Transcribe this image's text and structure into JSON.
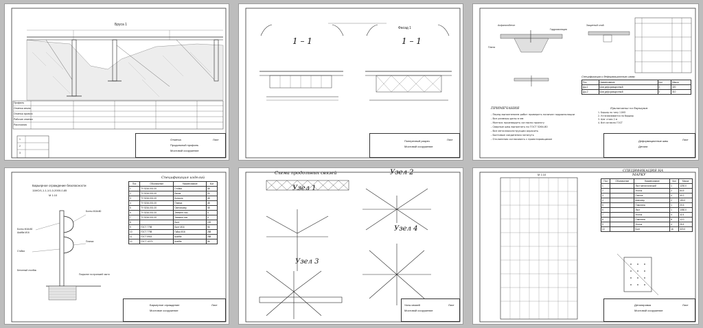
{
  "sheets": {
    "s1": {
      "title_top": "Бруса 1",
      "table_cells": [
        "Профиль",
        "Отметка земли",
        "Отметка проекта",
        "Рабочие отметки",
        "Расстояния"
      ],
      "small_table": [
        "1",
        "2",
        "3"
      ],
      "tb_lines": [
        "Отметка",
        "Продольный профиль",
        "Мостовой сооружение",
        "Лист"
      ]
    },
    "s2": {
      "sec1": "1 – 1",
      "sec2": "1 – 1",
      "hdr": "Фасад 1",
      "tb_lines": [
        "Поперечный разрез",
        "Мостовой сооружение",
        "Лист"
      ]
    },
    "s3": {
      "tags": [
        "Асфальтобетон",
        "Гидроизоляция",
        "Защитный слой",
        "Плита"
      ],
      "table_title": "Спецификация к деформационным швам",
      "notes_title": "ПРИМЕЧАНИЯ",
      "notes": [
        "- Перед выполнением работ проверить наличие гидроизоляции",
        "- Все размеры даны в мм",
        "- Монтаж производить согласно проекту",
        "- Сварные швы выполнять по ГОСТ 5264-80",
        "- Все металлоконструкции окрасить",
        "- Болтовые соединения затянуть",
        "- Отклонения согласовать с проектировщиком"
      ],
      "notes2_title": "Примечание по барьерам",
      "notes2": [
        "1. Барьер по типу 11МО",
        "2. Устанавливается на бордюр",
        "3. Шаг стоек 2 м",
        "4. Всё согласно ГОСТ"
      ],
      "spec_rows": [
        [
          "Поз",
          "Наименование",
          "Кол",
          "Масса"
        ],
        [
          "Дш-1",
          "Шов деформационный",
          "2",
          "320"
        ],
        [
          "Дш-2",
          "Шов деформационный",
          "2",
          "310"
        ]
      ],
      "tb_lines": [
        "Деформационные швы",
        "Детали",
        "Лист"
      ]
    },
    "s4": {
      "title1": "Барьерное ограждение безопасности",
      "title2": "11МО/1,1-1,1/1,0-2000-0,85",
      "scale": "М 1:10",
      "labels": [
        "Болты М16х50",
        "Шайба М16",
        "Болты М16х80",
        "Планка",
        "Стойка",
        "Покрытие по проезжей части",
        "Бетонный столбик"
      ],
      "spec_title": "Спецификация изделий",
      "spec_header": [
        "Поз",
        "Обозначение",
        "Наименование",
        "Кол"
      ],
      "spec_rows": [
        [
          "1",
          "ТУ 5216-001-00",
          "Стойка",
          "48"
        ],
        [
          "2",
          "ТУ 5216-001-00",
          "Балка",
          "24"
        ],
        [
          "3",
          "ТУ 5216-001-00",
          "Консоль",
          "48"
        ],
        [
          "4",
          "ТУ 5216-001-00",
          "Планка",
          "48"
        ],
        [
          "5",
          "ТУ 5216-001-00",
          "Световозвр.",
          "48"
        ],
        [
          "6",
          "ТУ 5216-001-00",
          "Элемент нач.",
          "4"
        ],
        [
          "7",
          "ТУ 5216-001-00",
          "Элемент кон.",
          "4"
        ],
        [
          "8",
          "",
          "Болт",
          "192"
        ],
        [
          "9",
          "ГОСТ 7798",
          "Болт М16",
          "96"
        ],
        [
          "10",
          "ГОСТ 7798",
          "Гайка М16",
          "288"
        ],
        [
          "11",
          "ГОСТ 5915",
          "Шайба",
          "288"
        ],
        [
          "12",
          "ГОСТ 11371",
          "Шайба",
          "96"
        ]
      ],
      "tb_lines": [
        "Барьерное ограждение",
        "Мостовое сооружение",
        "Лист"
      ]
    },
    "s5": {
      "scheme_title": "Схема продольных связей",
      "uzel1": "Узел 1",
      "uzel2": "Узел 2",
      "uzel3": "Узел 3",
      "uzel4": "Узел 4",
      "tb_lines": [
        "Узлы связей",
        "Мостовой сооружение",
        "Лист"
      ]
    },
    "s6": {
      "label_m": "М 1:10",
      "spec_title": "СПЕЦИФИКАЦИЯ НА",
      "spec_title2": "МАРКУ",
      "spec_header": [
        "Поз",
        "Обозначение",
        "Наименование",
        "Кол",
        "Масса"
      ],
      "spec_rows": [
        [
          "1",
          "",
          "Лист металлический",
          "1",
          "1200.0"
        ],
        [
          "2",
          "",
          "Уголок",
          "2",
          "84.5"
        ],
        [
          "3",
          "",
          "Полоса",
          "4",
          "40.2"
        ],
        [
          "4",
          "",
          "Швеллер",
          "2",
          "150.0"
        ],
        [
          "5",
          "",
          "Пластина",
          "1",
          "20.5"
        ],
        [
          "6",
          "",
          "Лист",
          "1",
          "1050.0"
        ],
        [
          "7",
          "",
          "Уголок",
          "4",
          "11.5"
        ],
        [
          "8",
          "",
          "Пластина",
          "8",
          "12.0"
        ],
        [
          "9",
          "",
          "Уголок",
          "4",
          "26.4"
        ],
        [
          "10",
          "",
          "Болт",
          "16",
          "320.0"
        ]
      ],
      "tb_lines": [
        "Деталировка",
        "Мостовой сооружение",
        "Лист"
      ]
    }
  }
}
